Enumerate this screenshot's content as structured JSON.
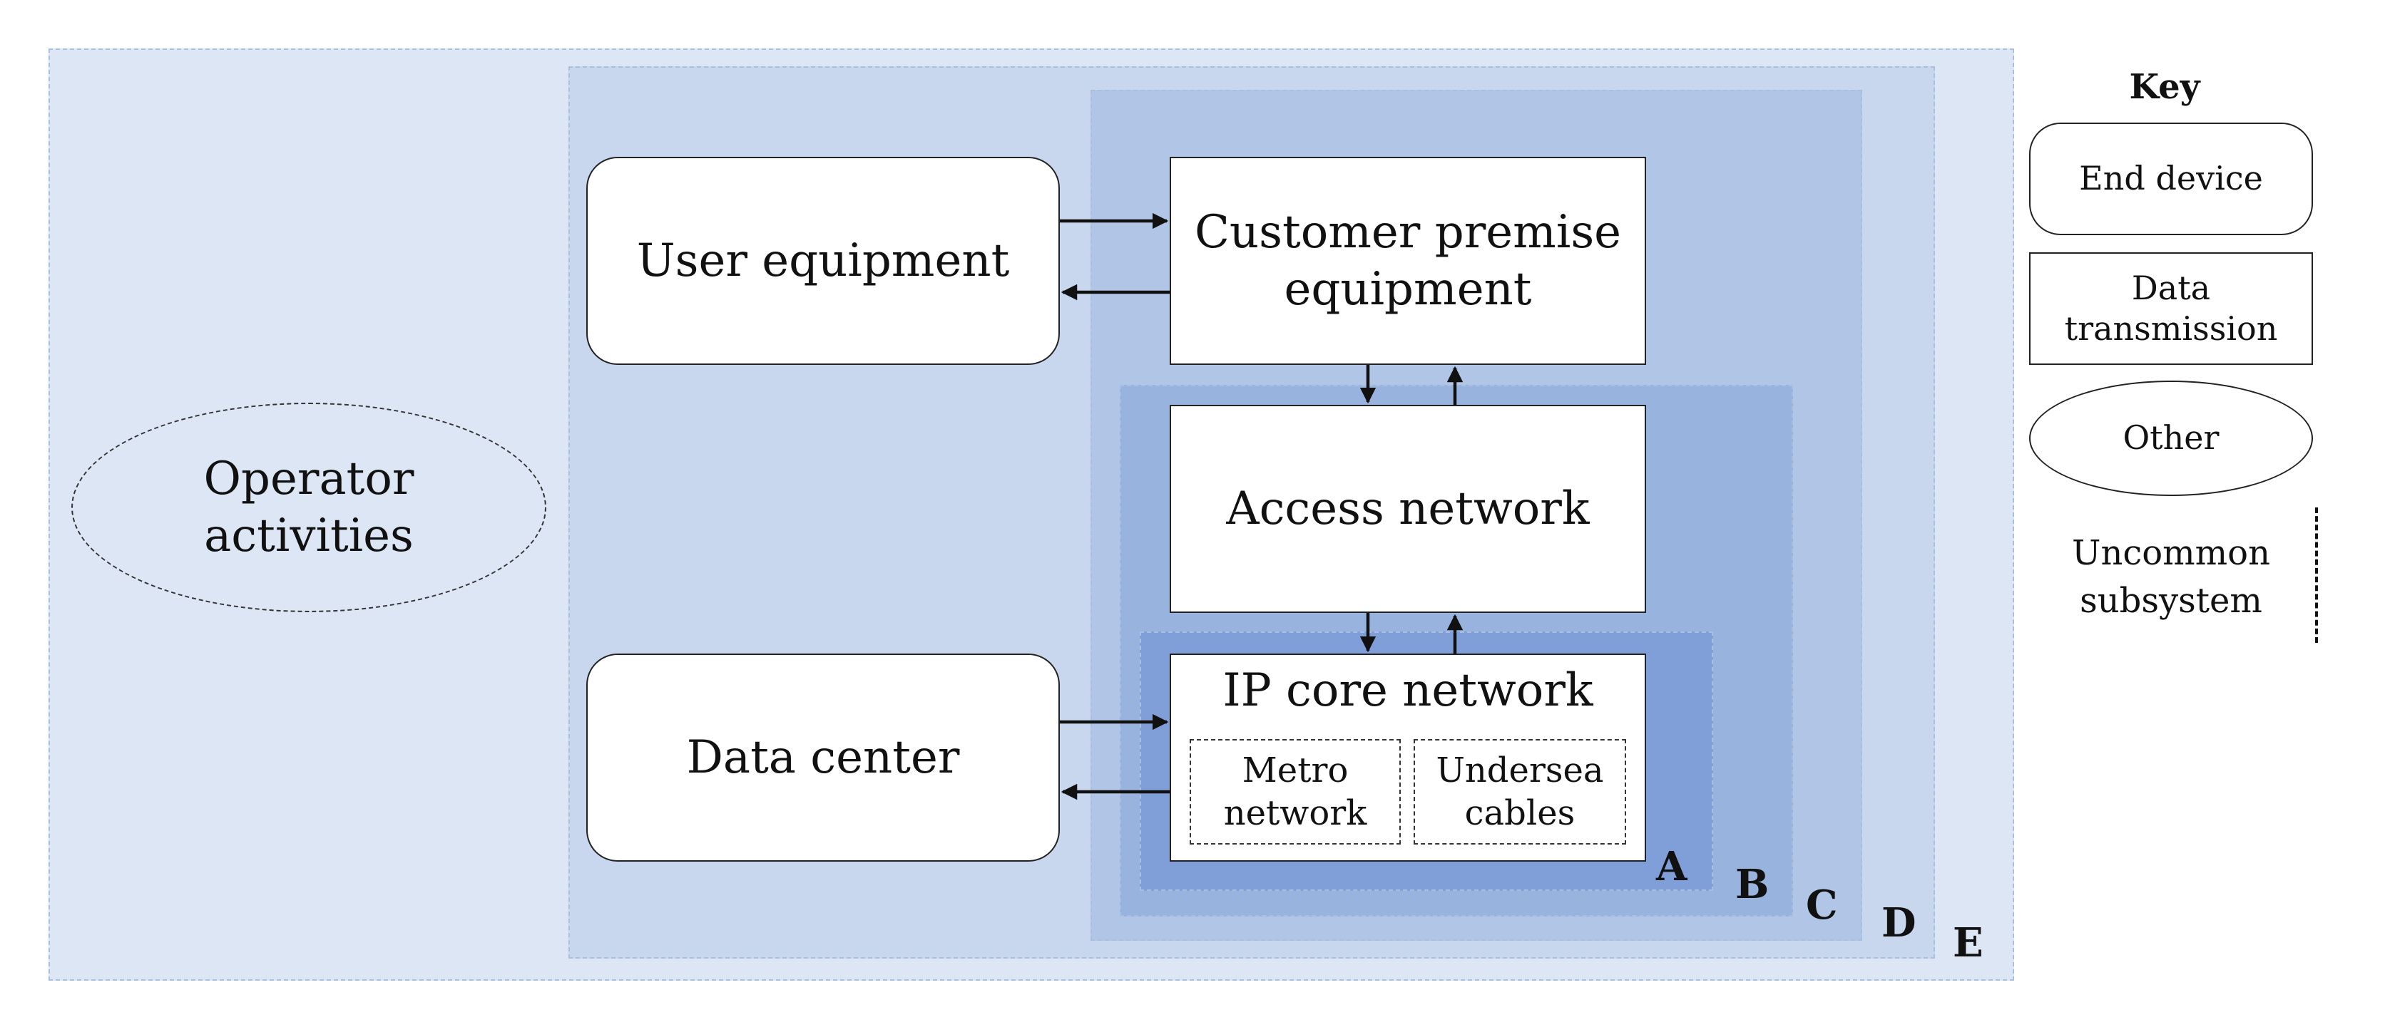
{
  "nodes": {
    "user_equipment": "User equipment",
    "customer_premise_equipment": [
      "Customer premise",
      "equipment"
    ],
    "access_network": "Access network",
    "ip_core_network": "IP core network",
    "metro_network": [
      "Metro",
      "network"
    ],
    "undersea_cables": [
      "Undersea",
      "cables"
    ],
    "data_center": "Data center",
    "operator_activities": [
      "Operator",
      "activities"
    ]
  },
  "zone_labels": {
    "a": "A",
    "b": "B",
    "c": "C",
    "d": "D",
    "e": "E"
  },
  "key": {
    "title": "Key",
    "end_device": "End device",
    "data_transmission": [
      "Data",
      "transmission"
    ],
    "other": "Other",
    "uncommon_subsystem": [
      "Uncommon",
      "subsystem"
    ]
  },
  "colors": {
    "zone_e": "#dde6f4",
    "zone_d": "#c8d7ee",
    "zone_c": "#b1c6e6",
    "zone_b": "#99b3df",
    "zone_a": "#809fd9"
  }
}
